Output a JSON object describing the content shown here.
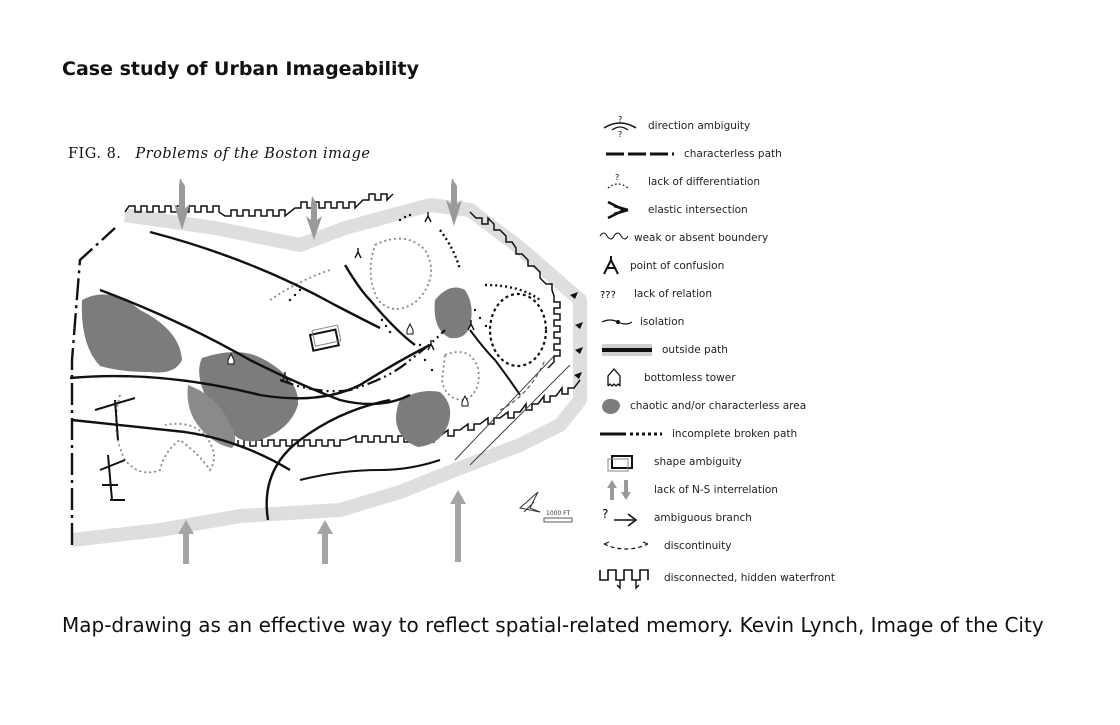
{
  "page": {
    "title": "Case study of Urban Imageability",
    "caption": "Map-drawing as an effective way to reflect spatial-related memory. Kevin Lynch, Image of the City"
  },
  "figure": {
    "number": "FIG. 8.",
    "title": "Problems of the Boston image",
    "scale_label": "1000 FT"
  },
  "legend": [
    {
      "icon": "direction-ambiguity-icon",
      "label": "direction ambiguity"
    },
    {
      "icon": "characterless-path-icon",
      "label": "characterless path"
    },
    {
      "icon": "lack-of-differentiation-icon",
      "label": "lack of differentiation"
    },
    {
      "icon": "elastic-intersection-icon",
      "label": "elastic intersection"
    },
    {
      "icon": "weak-boundary-icon",
      "label": "weak or absent boundery"
    },
    {
      "icon": "point-of-confusion-icon",
      "label": "point of confusion"
    },
    {
      "icon": "lack-of-relation-icon",
      "label": "lack of relation"
    },
    {
      "icon": "isolation-icon",
      "label": "isolation"
    },
    {
      "icon": "outside-path-icon",
      "label": "outside path"
    },
    {
      "icon": "bottomless-tower-icon",
      "label": "bottomless tower"
    },
    {
      "icon": "chaotic-area-icon",
      "label": "chaotic and/or characterless area"
    },
    {
      "icon": "incomplete-path-icon",
      "label": "incomplete broken path"
    },
    {
      "icon": "shape-ambiguity-icon",
      "label": "shape ambiguity"
    },
    {
      "icon": "ns-interrelation-icon",
      "label": "lack of N-S interrelation"
    },
    {
      "icon": "ambiguous-branch-icon",
      "label": "ambiguous branch"
    },
    {
      "icon": "discontinuity-icon",
      "label": "discontinuity"
    },
    {
      "icon": "hidden-waterfront-icon",
      "label": "disconnected, hidden waterfront"
    }
  ],
  "colors": {
    "ink": "#111111",
    "shade": "#7c7c7c",
    "halo": "#dcdcdc",
    "arrow": "#9a9a9a"
  }
}
